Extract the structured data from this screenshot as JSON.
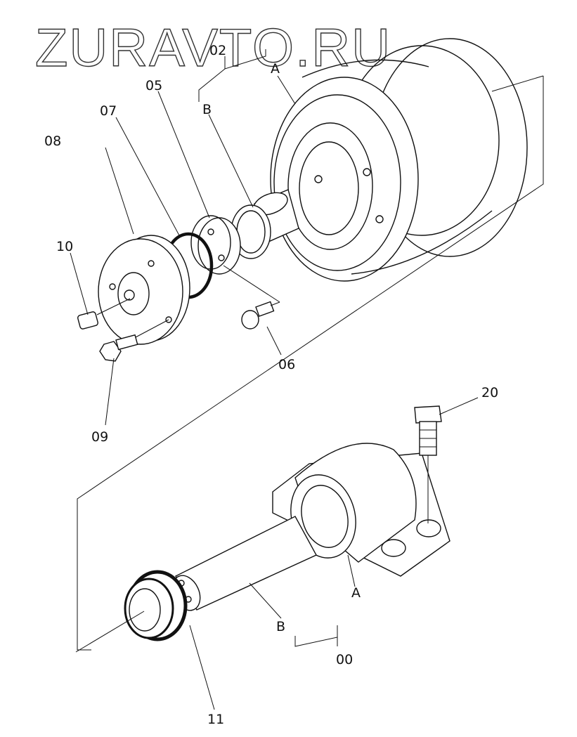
{
  "watermark": "ZURAVTO.RU",
  "labels": {
    "p02": "02",
    "p05": "05",
    "p07": "07",
    "p08": "08",
    "p10": "10",
    "p06": "06",
    "p09": "09",
    "p20": "20",
    "p11": "11",
    "p00": "00",
    "a_top": "A",
    "b_top": "B",
    "a_bottom": "A",
    "b_bottom": "B"
  }
}
